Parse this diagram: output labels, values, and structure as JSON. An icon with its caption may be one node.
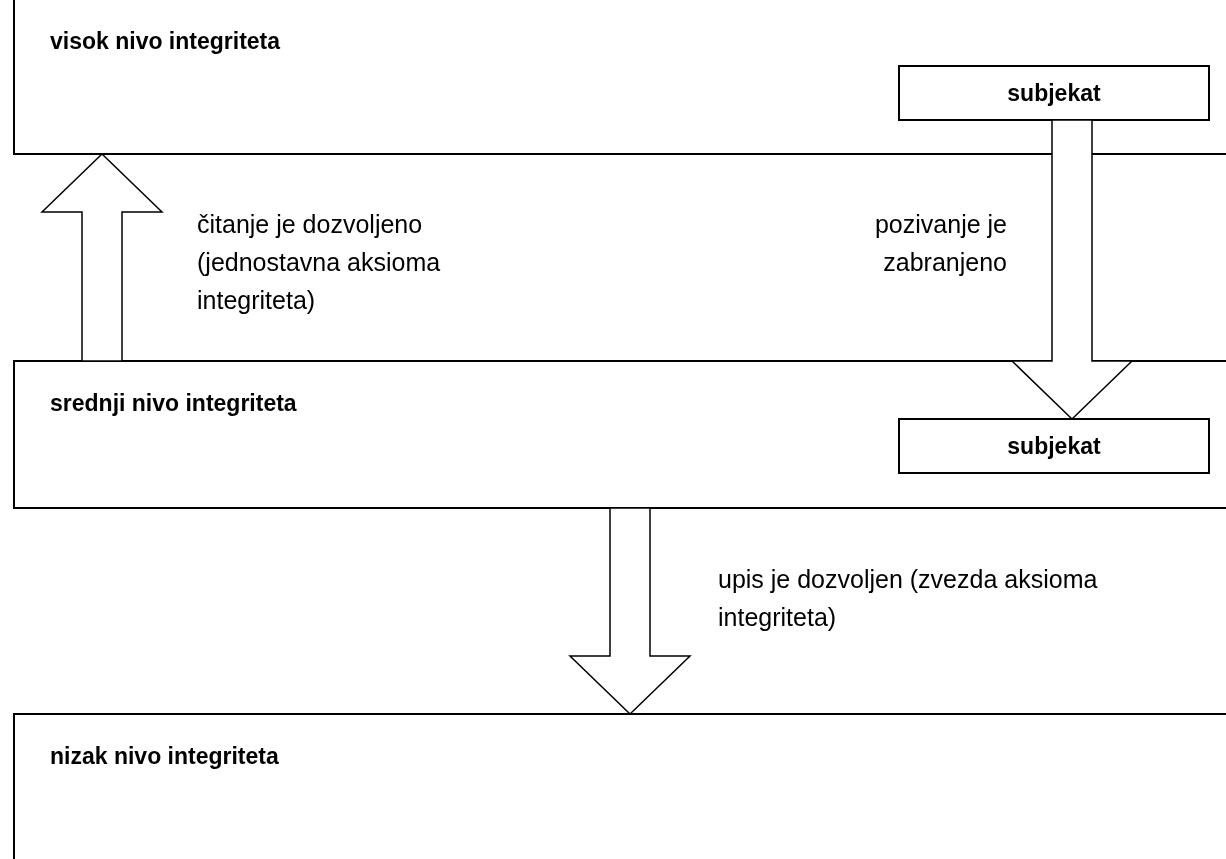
{
  "diagram": {
    "nodes": [
      {
        "text": [
          "visok nivo integriteta"
        ]
      },
      {
        "text": [
          "subjekat"
        ],
        "in": 0
      },
      {
        "text": [
          "srednji nivo integriteta"
        ]
      },
      {
        "text": [
          "subjekat"
        ],
        "in": 2
      },
      {
        "text": [
          "nizak nivo integriteta"
        ]
      }
    ],
    "edges": [
      {
        "from": 2,
        "to": 0,
        "arrow": "to",
        "label": "čitanje je dozvoljeno (jednostavna aksioma integriteta)",
        "style": "thick"
      },
      {
        "from": 1,
        "to": 3,
        "arrow": "to",
        "label": "pozivanje je zabranjeno",
        "style": "thick"
      },
      {
        "from": 2,
        "to": 4,
        "arrow": "to",
        "label": "upis je dozvoljen (zvezda aksioma integriteta)",
        "style": "thick"
      }
    ]
  }
}
